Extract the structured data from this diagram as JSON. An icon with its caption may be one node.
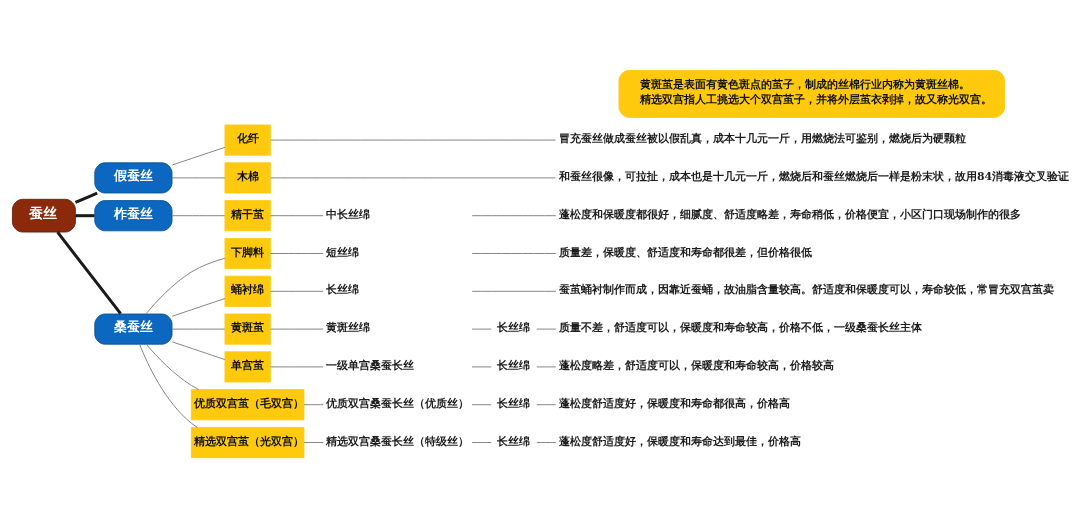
{
  "diagram": {
    "nodes": [
      {
        "text": [
          "黄斑茧是表面有黄色斑点的茧子，制成的丝棉行业内称为黄斑丝棉。",
          "精选双宫指人工挑选大个双宫茧子，并将外层茧衣剥掉，故又称光双宫。"
        ]
      },
      {
        "text": [
          "蚕丝"
        ]
      },
      {
        "text": [
          "假蚕丝"
        ]
      },
      {
        "text": [
          "化纤"
        ]
      },
      {
        "text": [
          "冒充蚕丝做成蚕丝被以假乱真，成本十几元一斤，用燃烧法可鉴别，燃烧后为硬颗粒"
        ]
      },
      {
        "text": [
          "木棉"
        ]
      },
      {
        "text": [
          "和蚕丝很像，可拉扯，成本也是十几元一斤，燃烧后和蚕丝燃烧后一样是粉末状，故用84消毒液交叉验证"
        ]
      },
      {
        "text": [
          "柞蚕丝"
        ]
      },
      {
        "text": [
          "精干茧"
        ]
      },
      {
        "text": [
          "中长丝绵"
        ]
      },
      {
        "text": [
          "蓬松度和保暖度都很好，细腻度、舒适度略差，寿命稍低，价格便宜，小区门口现场制作的很多"
        ]
      },
      {
        "text": [
          "桑蚕丝"
        ]
      },
      {
        "text": [
          "下脚料"
        ]
      },
      {
        "text": [
          "短丝绵"
        ]
      },
      {
        "text": [
          "质量差，保暖度、舒适度和寿命都很差，但价格很低"
        ]
      },
      {
        "text": [
          "蛹衬绵"
        ]
      },
      {
        "text": [
          "长丝绵"
        ]
      },
      {
        "text": [
          "蚕茧蛹衬制作而成，因靠近蚕蛹，故油脂含量较高。舒适度和保暖度可以，寿命较低，常冒充双宫茧卖"
        ]
      },
      {
        "text": [
          "黄斑茧"
        ]
      },
      {
        "text": [
          "黄斑丝绵"
        ]
      },
      {
        "text": [
          "长丝绵"
        ]
      },
      {
        "text": [
          "质量不差，舒适度可以，保暖度和寿命较高，价格不低，一级桑蚕长丝主体"
        ]
      },
      {
        "text": [
          "单宫茧"
        ]
      },
      {
        "text": [
          "一级单宫桑蚕长丝"
        ]
      },
      {
        "text": [
          "长丝绵"
        ]
      },
      {
        "text": [
          "蓬松度略差，舒适度可以，保暖度和寿命较高，价格较高"
        ]
      },
      {
        "text": [
          "优质双宫茧（毛双宫）"
        ]
      },
      {
        "text": [
          "优质双宫桑蚕长丝（优质丝）"
        ]
      },
      {
        "text": [
          "长丝绵"
        ]
      },
      {
        "text": [
          "蓬松度舒适度好，保暖度和寿命都很高，价格高"
        ]
      },
      {
        "text": [
          "精选双宫茧（光双宫）"
        ]
      },
      {
        "text": [
          "精选双宫桑蚕长丝（特级丝）"
        ]
      },
      {
        "text": [
          "长丝绵"
        ]
      },
      {
        "text": [
          "蓬松度舒适度好，保暖度和寿命达到最佳，价格高"
        ]
      }
    ],
    "edges": [
      {
        "from": 1,
        "to": 2,
        "arrow": "none",
        "style": "thick",
        "color": "#1a1a1a"
      },
      {
        "from": 1,
        "to": 7,
        "arrow": "none",
        "style": "thick",
        "color": "#1a1a1a"
      },
      {
        "from": 1,
        "to": 11,
        "arrow": "none",
        "style": "thick",
        "color": "#1a1a1a"
      },
      {
        "from": 2,
        "to": 3,
        "arrow": "none"
      },
      {
        "from": 3,
        "to": 4,
        "arrow": "none"
      },
      {
        "from": 2,
        "to": 5,
        "arrow": "none"
      },
      {
        "from": 5,
        "to": 6,
        "arrow": "none"
      },
      {
        "from": 7,
        "to": 8,
        "arrow": "none"
      },
      {
        "from": 8,
        "to": 9,
        "arrow": "none"
      },
      {
        "from": 9,
        "to": 10,
        "arrow": "none"
      },
      {
        "from": 11,
        "to": 12,
        "arrow": "none"
      },
      {
        "from": 12,
        "to": 13,
        "arrow": "none"
      },
      {
        "from": 13,
        "to": 14,
        "arrow": "none"
      },
      {
        "from": 11,
        "to": 15,
        "arrow": "none"
      },
      {
        "from": 15,
        "to": 16,
        "arrow": "none"
      },
      {
        "from": 16,
        "to": 17,
        "arrow": "none"
      },
      {
        "from": 11,
        "to": 18,
        "arrow": "none"
      },
      {
        "from": 18,
        "to": 19,
        "arrow": "none"
      },
      {
        "from": 19,
        "to": 20,
        "arrow": "none"
      },
      {
        "from": 20,
        "to": 21,
        "arrow": "none"
      },
      {
        "from": 11,
        "to": 22,
        "arrow": "none"
      },
      {
        "from": 22,
        "to": 23,
        "arrow": "none"
      },
      {
        "from": 23,
        "to": 24,
        "arrow": "none"
      },
      {
        "from": 24,
        "to": 25,
        "arrow": "none"
      },
      {
        "from": 11,
        "to": 26,
        "arrow": "none"
      },
      {
        "from": 26,
        "to": 27,
        "arrow": "none"
      },
      {
        "from": 27,
        "to": 28,
        "arrow": "none"
      },
      {
        "from": 28,
        "to": 29,
        "arrow": "none"
      },
      {
        "from": 11,
        "to": 30,
        "arrow": "none"
      },
      {
        "from": 30,
        "to": 31,
        "arrow": "none"
      },
      {
        "from": 31,
        "to": 32,
        "arrow": "none"
      },
      {
        "from": 32,
        "to": 33,
        "arrow": "none"
      }
    ]
  }
}
